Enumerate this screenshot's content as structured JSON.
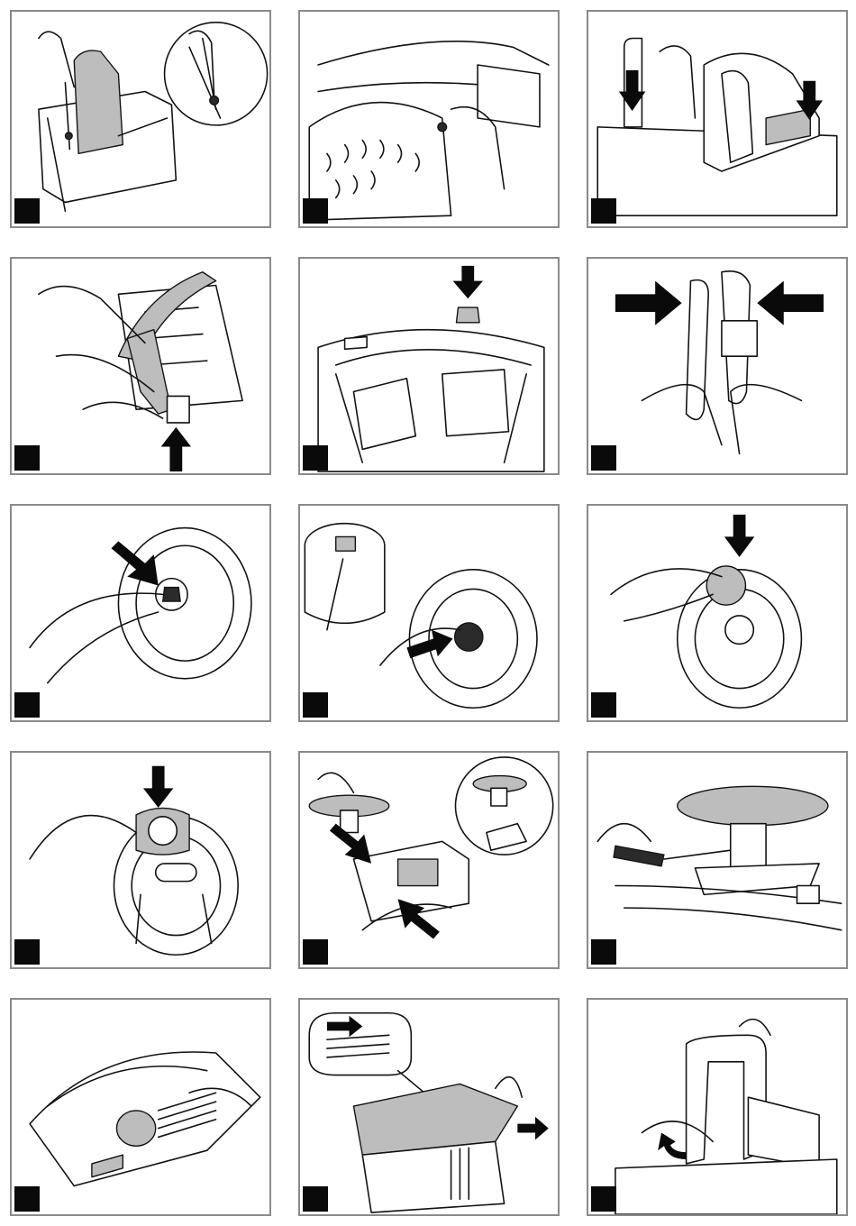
{
  "sheet": {
    "background": "#ffffff",
    "border_color": "#8a8a8a",
    "badge_color": "#0a0a0a",
    "panel_fill_gray": "#bdbdbd"
  },
  "panels": [
    {
      "id": "p1",
      "depicts": "seat-screw-removal"
    },
    {
      "id": "p2",
      "depicts": "wheel-fender-bolt"
    },
    {
      "id": "p3",
      "depicts": "roll-bar-insertion"
    },
    {
      "id": "p4",
      "depicts": "seat-belt-buckle"
    },
    {
      "id": "p5",
      "depicts": "roll-bar-cap"
    },
    {
      "id": "p6",
      "depicts": "steering-wheel-halves"
    },
    {
      "id": "p7",
      "depicts": "wheel-hub-nut"
    },
    {
      "id": "p8",
      "depicts": "horn-button-battery"
    },
    {
      "id": "p9",
      "depicts": "horn-cover-press"
    },
    {
      "id": "p10",
      "depicts": "wheel-center-cap"
    },
    {
      "id": "p11",
      "depicts": "steering-column-insert"
    },
    {
      "id": "p12",
      "depicts": "steering-screwdriver"
    },
    {
      "id": "p13",
      "depicts": "hood-grille"
    },
    {
      "id": "p14",
      "depicts": "hood-removal"
    },
    {
      "id": "p15",
      "depicts": "seat-tilt"
    }
  ]
}
